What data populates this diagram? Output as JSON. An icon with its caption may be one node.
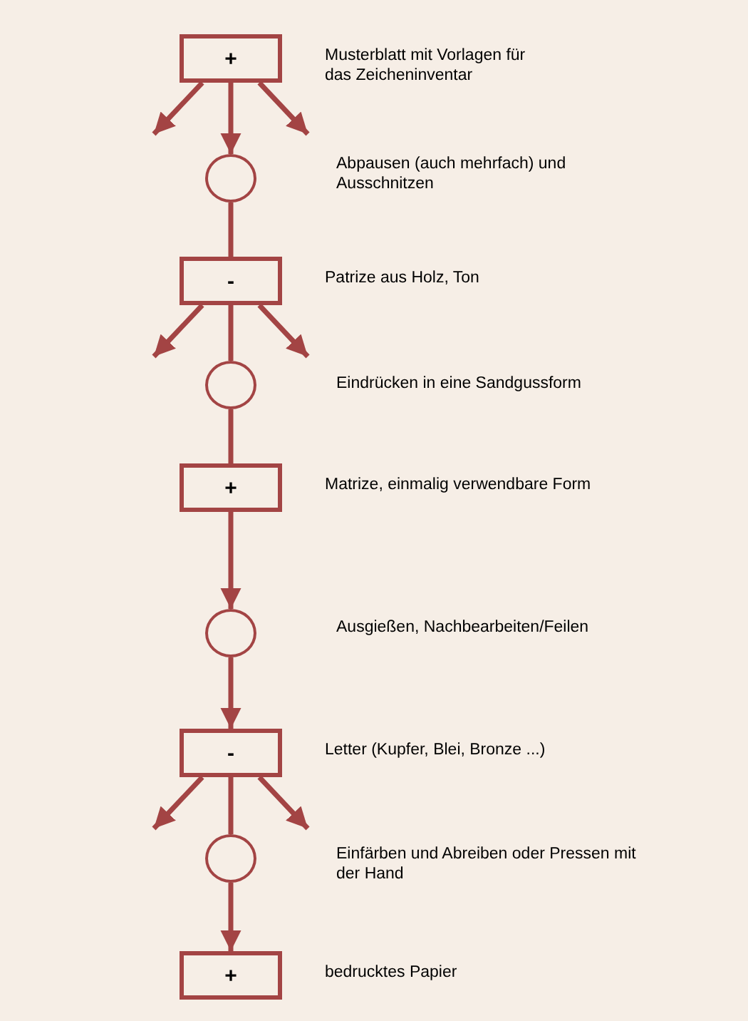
{
  "diagram": {
    "nodes": [
      {
        "text": [
          "+"
        ],
        "beside": [
          "Musterblatt mit Vorlagen für das Zeicheninventar"
        ]
      },
      {
        "text": [],
        "shape": "circle"
      },
      {
        "text": [
          "-"
        ],
        "beside": [
          "Patrize aus Holz, Ton"
        ]
      },
      {
        "text": [],
        "shape": "circle"
      },
      {
        "text": [
          "+"
        ],
        "beside": [
          "Matrize, einmalig verwendbare Form"
        ]
      },
      {
        "text": [],
        "shape": "circle"
      },
      {
        "text": [
          "-"
        ],
        "beside": [
          "Letter (Kupfer, Blei, Bronze ...)"
        ]
      },
      {
        "text": [],
        "shape": "circle"
      },
      {
        "text": [
          "+"
        ],
        "beside": [
          "bedrucktes Papier"
        ]
      }
    ],
    "edges": [
      {
        "from": 0,
        "to": null,
        "arrow": "to"
      },
      {
        "from": 0,
        "to": 1,
        "arrow": "to"
      },
      {
        "from": 0,
        "to": null,
        "arrow": "to"
      },
      {
        "from": 1,
        "to": 2,
        "arrow": "none"
      },
      {
        "from": 2,
        "to": null,
        "arrow": "to"
      },
      {
        "from": 2,
        "to": 3,
        "arrow": "none"
      },
      {
        "from": 2,
        "to": null,
        "arrow": "to"
      },
      {
        "from": 3,
        "to": 4,
        "arrow": "none"
      },
      {
        "from": 4,
        "to": 5,
        "arrow": "to"
      },
      {
        "from": 5,
        "to": 6,
        "arrow": "to"
      },
      {
        "from": 6,
        "to": null,
        "arrow": "to"
      },
      {
        "from": 6,
        "to": 7,
        "arrow": "none"
      },
      {
        "from": 6,
        "to": null,
        "arrow": "to"
      },
      {
        "from": 7,
        "to": 8,
        "arrow": "to"
      }
    ],
    "labels": [
      "Abpausen (auch mehrfach) und Ausschnitzen",
      "Eindrücken in eine Sandgussform",
      "Ausgießen, Nachbearbeiten/Feilen",
      "Einfärben und Abreiben oder Pressen mit der Hand"
    ]
  }
}
